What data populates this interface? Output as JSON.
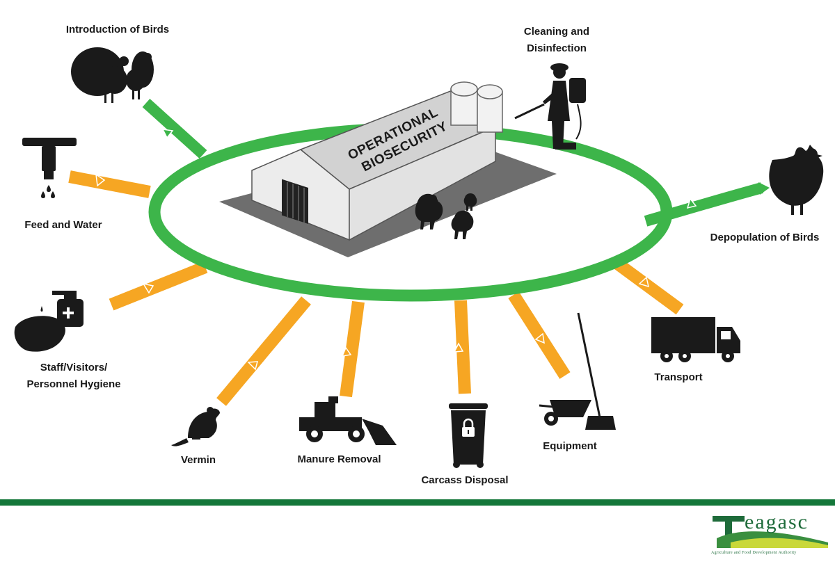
{
  "colors": {
    "ring": "#3db54a",
    "inbound_arrow": "#f6a623",
    "outbound_arrow": "#3db54a",
    "silhouette": "#1a1a1a",
    "barn_face": "#d2d2d2",
    "barn_end": "#ececec",
    "footer_line": "#14773a",
    "logo": "#1e6b3a"
  },
  "center": {
    "line1": "OPERATIONAL",
    "line2": "BIOSECURITY"
  },
  "labels": {
    "introduction_of_birds": "Introduction of Birds",
    "cleaning_line1": "Cleaning and",
    "cleaning_line2": "Disinfection",
    "feed_and_water": "Feed and Water",
    "depopulation": "Depopulation of Birds",
    "staff_line1": "Staff/Visitors/",
    "staff_line2": "Personnel Hygiene",
    "transport": "Transport",
    "vermin": "Vermin",
    "manure_removal": "Manure Removal",
    "carcass_disposal": "Carcass Disposal",
    "equipment": "Equipment"
  },
  "icons": {
    "introduction_of_birds": "turkey-icon",
    "cleaning": "sprayer-person-icon",
    "feed_and_water": "water-tap-icon",
    "depopulation": "hen-icon",
    "staff": "hand-sanitizer-icon",
    "transport": "truck-icon",
    "vermin": "rat-icon",
    "manure_removal": "loader-icon",
    "carcass_disposal": "locked-bin-icon",
    "equipment": "wheelbarrow-broom-icon"
  },
  "logo": {
    "word": "eagasc",
    "tagline": "Agriculture and Food Development Authority"
  }
}
